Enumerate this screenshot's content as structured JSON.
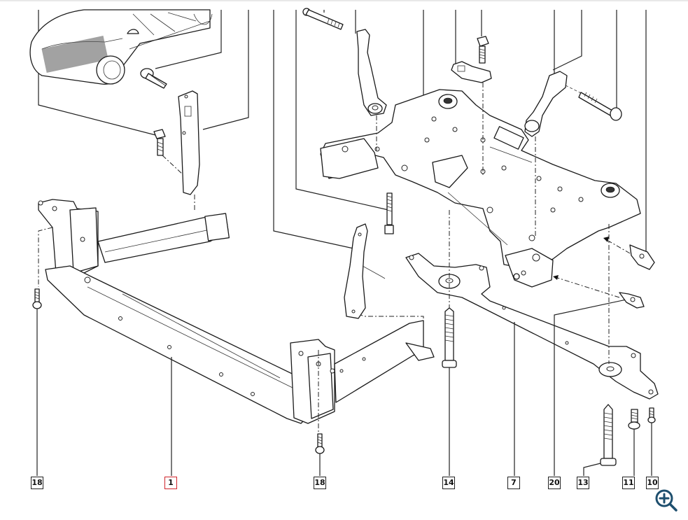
{
  "diagram": {
    "title": "Front subframe / cradle exploded parts view",
    "callouts": [
      {
        "id": "c18a",
        "label": "18",
        "highlighted": false
      },
      {
        "id": "c1",
        "label": "1",
        "highlighted": true
      },
      {
        "id": "c18b",
        "label": "18",
        "highlighted": false
      },
      {
        "id": "c14",
        "label": "14",
        "highlighted": false
      },
      {
        "id": "c7",
        "label": "7",
        "highlighted": false
      },
      {
        "id": "c20",
        "label": "20",
        "highlighted": false
      },
      {
        "id": "c13",
        "label": "13",
        "highlighted": false
      },
      {
        "id": "c11",
        "label": "11",
        "highlighted": false
      },
      {
        "id": "c10",
        "label": "10",
        "highlighted": false
      }
    ],
    "highlight_color": "#d0242b"
  },
  "controls": {
    "zoom_icon": "zoom-in-icon",
    "zoom_color": "#1e4f6e"
  }
}
